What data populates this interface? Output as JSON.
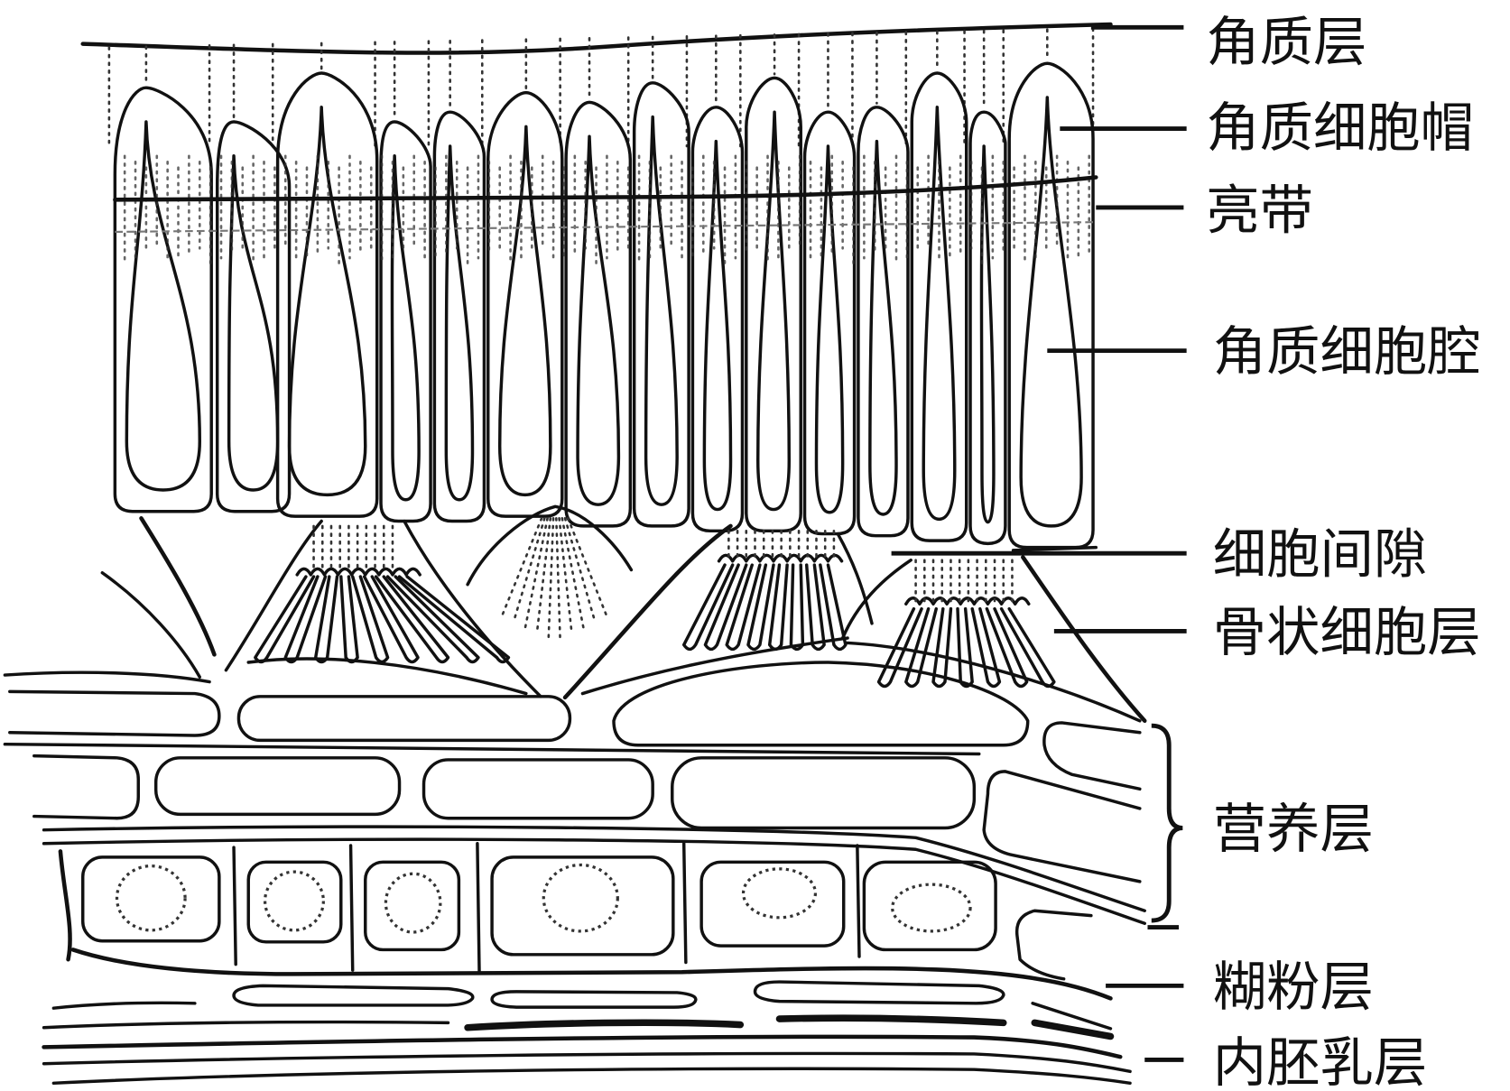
{
  "labels": {
    "cuticle": "角质层",
    "cuticle_cell_cap": "角质细胞帽",
    "light_line": "亮带",
    "cuticle_cell_lumen": "角质细胞腔",
    "intercellular_space": "细胞间隙",
    "osteosclereid_layer": "骨状细胞层",
    "nutrient_layer": "营养层",
    "aleurone_layer": "糊粉层",
    "endosperm_layer": "内胚乳层"
  }
}
